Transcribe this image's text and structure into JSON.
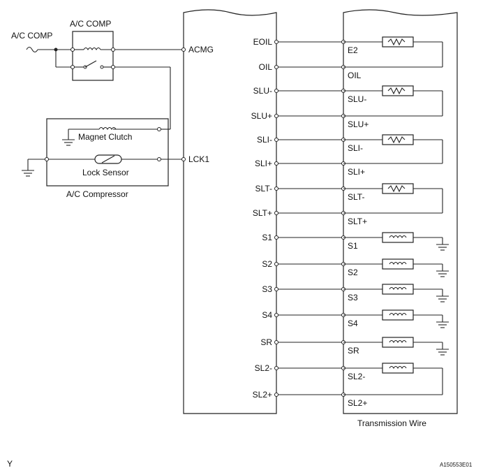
{
  "labels": {
    "ac_comp_input": "A/C COMP",
    "ac_comp_relay": "A/C COMP",
    "acmg": "ACMG",
    "lck1": "LCK1",
    "magnet_clutch": "Magnet Clutch",
    "lock_sensor": "Lock Sensor",
    "ac_compressor": "A/C Compressor",
    "transmission_wire": "Transmission Wire",
    "corner_left": "Y",
    "corner_right": "A150553E01"
  },
  "ecm_pins": [
    "EOIL",
    "OIL",
    "SLU-",
    "SLU+",
    "SLI-",
    "SLI+",
    "SLT-",
    "SLT+",
    "S1",
    "S2",
    "S3",
    "S4",
    "SR",
    "SL2-",
    "SL2+"
  ],
  "wire_pins": [
    "E2",
    "OIL",
    "SLU-",
    "SLU+",
    "SLI-",
    "SLI+",
    "SLT-",
    "SLT+",
    "S1",
    "S2",
    "S3",
    "S4",
    "SR",
    "SL2-",
    "SL2+"
  ]
}
